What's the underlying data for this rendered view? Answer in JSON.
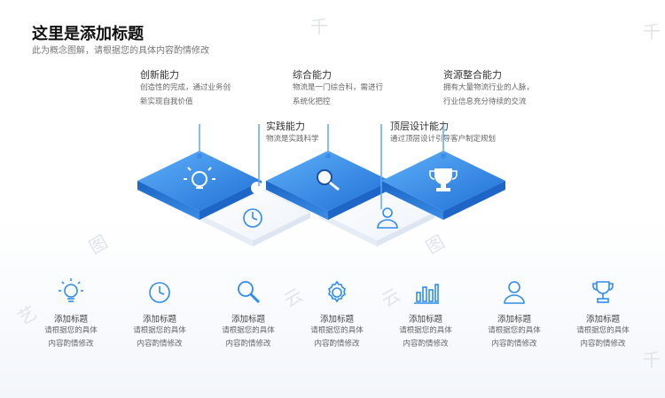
{
  "header": {
    "title": "这里是添加标题",
    "subtitle": "此为概念图解，请根据您的具体内容酌情修改"
  },
  "callouts": [
    {
      "title": "创新能力",
      "desc_line1": "创造性的完成，通过业务创",
      "desc_line2": "新实现自我价值"
    },
    {
      "title": "综合能力",
      "desc_line1": "物流是一门综合科，需进行",
      "desc_line2": "系统化把控"
    },
    {
      "title": "资源整合能力",
      "desc_line1": "拥有大量物流行业的人脉，",
      "desc_line2": "行业信息充分待续的交流"
    },
    {
      "title": "实践能力",
      "desc_line1": "物流是实践科学"
    },
    {
      "title": "顶层设计能力",
      "desc_line1": "通过顶层设计引导客户制定规划"
    }
  ],
  "puzzle_icons": [
    "lightbulb-icon",
    "magnifier-icon",
    "trophy-icon",
    "clock-icon",
    "person-icon"
  ],
  "features": [
    {
      "icon": "lightbulb-icon",
      "title": "添加标题",
      "desc_line1": "请根据您的具体",
      "desc_line2": "内容酌情修改"
    },
    {
      "icon": "clock-icon",
      "title": "添加标题",
      "desc_line1": "请根据您的具体",
      "desc_line2": "内容酌情修改"
    },
    {
      "icon": "magnifier-icon",
      "title": "添加标题",
      "desc_line1": "请根据您的具体",
      "desc_line2": "内容酌情修改"
    },
    {
      "icon": "gear-icon",
      "title": "添加标题",
      "desc_line1": "请根据您的具体",
      "desc_line2": "内容酌情修改"
    },
    {
      "icon": "bar-chart-icon",
      "title": "添加标题",
      "desc_line1": "请根据您的具体",
      "desc_line2": "内容酌情修改"
    },
    {
      "icon": "person-icon",
      "title": "添加标题",
      "desc_line1": "请根据您的具体",
      "desc_line2": "内容酌情修改"
    },
    {
      "icon": "trophy-icon",
      "title": "添加标题",
      "desc_line1": "请根据您的具体",
      "desc_line2": "内容酌情修改"
    }
  ],
  "watermark_chars": [
    "千",
    "艺",
    "云",
    "图",
    "千"
  ],
  "colors": {
    "accent": "#2f8cf0",
    "accent_light": "#5fb0f8",
    "accent_dark": "#1f6fd6",
    "white_piece": "#ffffff"
  }
}
